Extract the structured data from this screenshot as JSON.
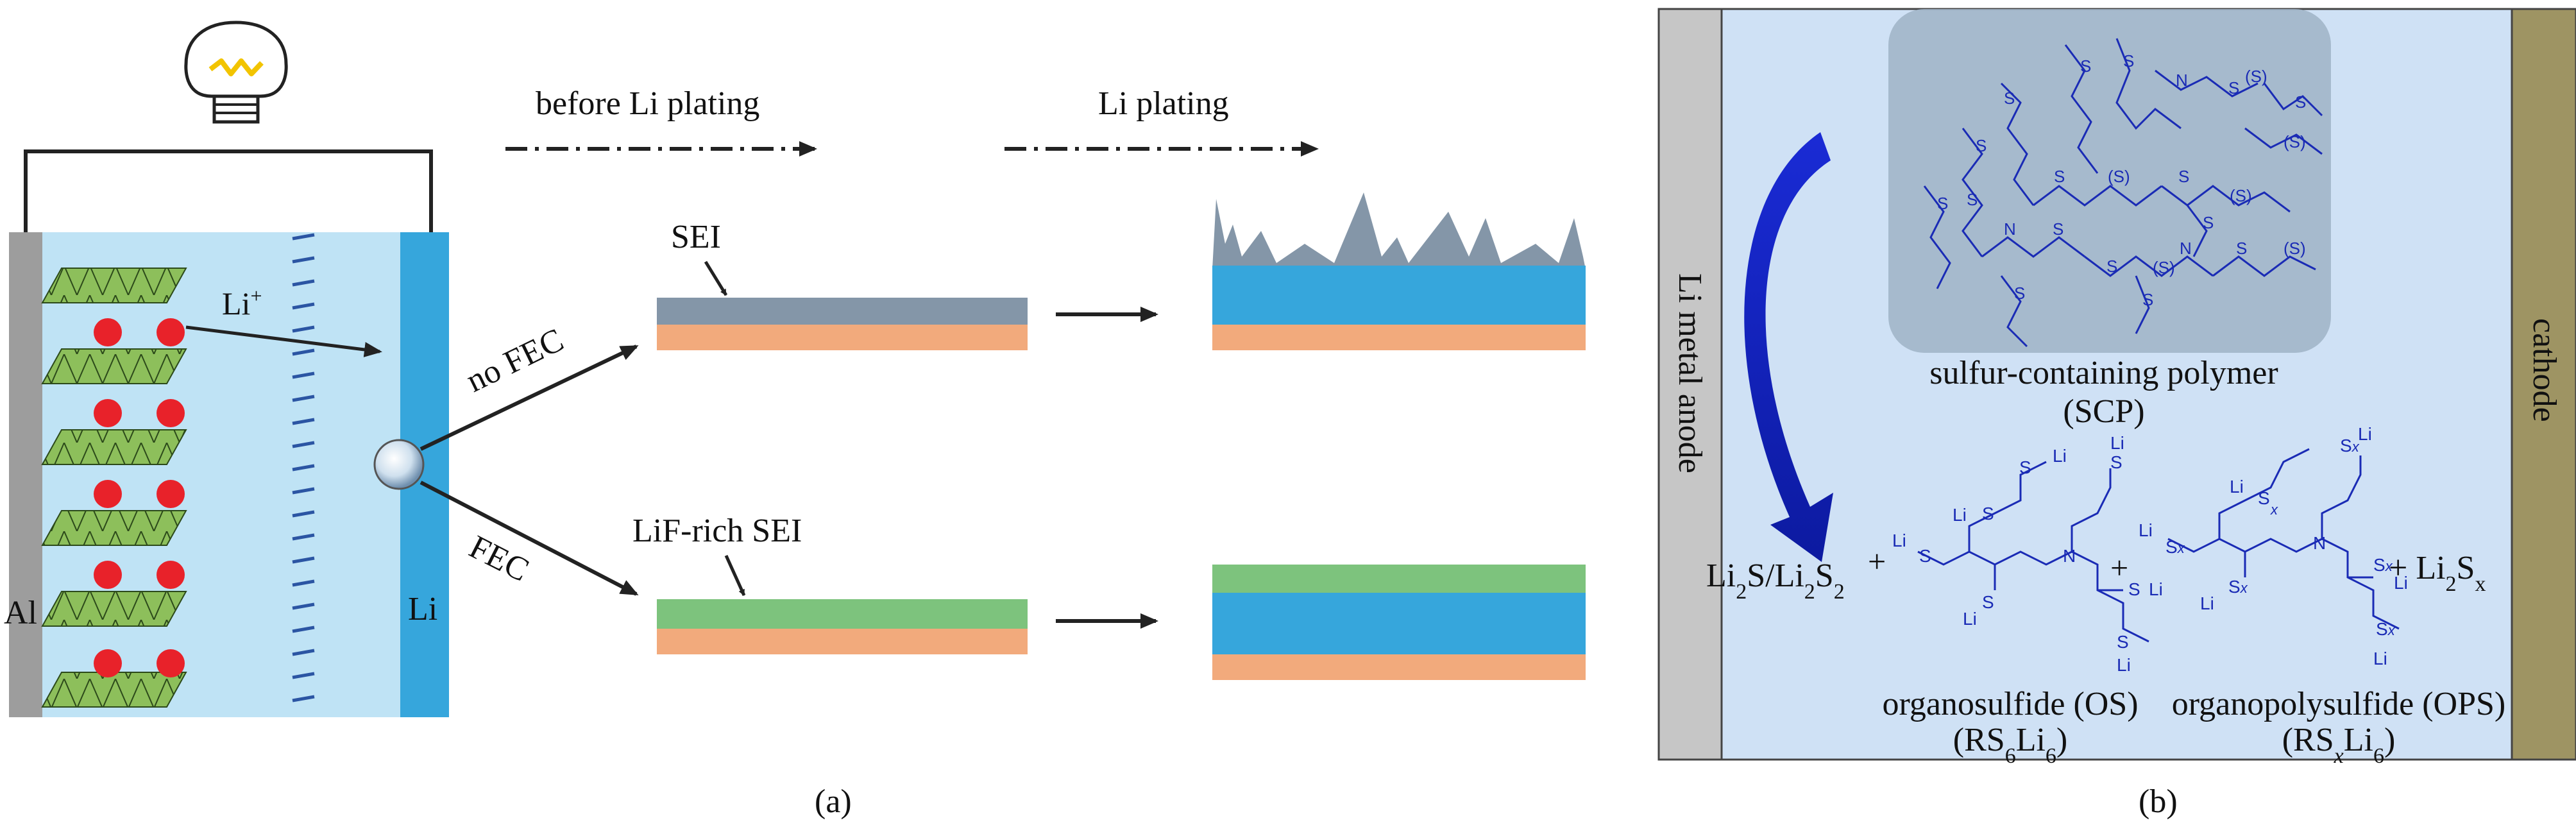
{
  "colors": {
    "electrolyte": "#bfe3f5",
    "li_electrode": "#36a6dc",
    "al_collector": "#9d9d9d",
    "cathode_layer": "#8dbf5b",
    "li_ion": "#e8222a",
    "sei": "#8496a8",
    "lif_sei": "#7dc37d",
    "substrate": "#f2aa7c",
    "anode_plate": "#c6c6c6",
    "cathode_plate": "#9e9463",
    "chem_blue": "#1a2bb5",
    "polymer_box": "#9fb3c6"
  },
  "panel_a": {
    "al_label": "Al",
    "li_label": "Li",
    "li_ion_label": "Li",
    "li_ion_sup": "+",
    "stage_before": "before Li plating",
    "stage_plating": "Li plating",
    "no_fec": "no FEC",
    "fec": "FEC",
    "sei": "SEI",
    "lif_sei": "LiF-rich SEI",
    "caption": "(a)"
  },
  "panel_b": {
    "anode": "Li metal anode",
    "cathode": "cathode",
    "scp_name": "sulfur-containing polymer",
    "scp_abbr": "(SCP)",
    "li2s_a": "Li",
    "li2s_sub1": "2",
    "li2s_b": "S/Li",
    "li2s_sub2": "2",
    "li2s_c": "S",
    "li2s_sub3": "2",
    "plus": "+",
    "os_name": "organosulfide (OS)",
    "os_f1": "(RS",
    "os_f_sub1": "6",
    "os_f2": "Li",
    "os_f_sub2": "6",
    "os_f3": ")",
    "ops_name": "organopolysulfide (OPS)",
    "ops_f1": "(RS",
    "ops_f_sub1": "x",
    "ops_f2": "Li",
    "ops_f_sub2": "6",
    "ops_f3": ")",
    "li2sx_a": "+ Li",
    "li2sx_sub1": "2",
    "li2sx_b": "S",
    "li2sx_sub2": "x",
    "caption": "(b)"
  }
}
